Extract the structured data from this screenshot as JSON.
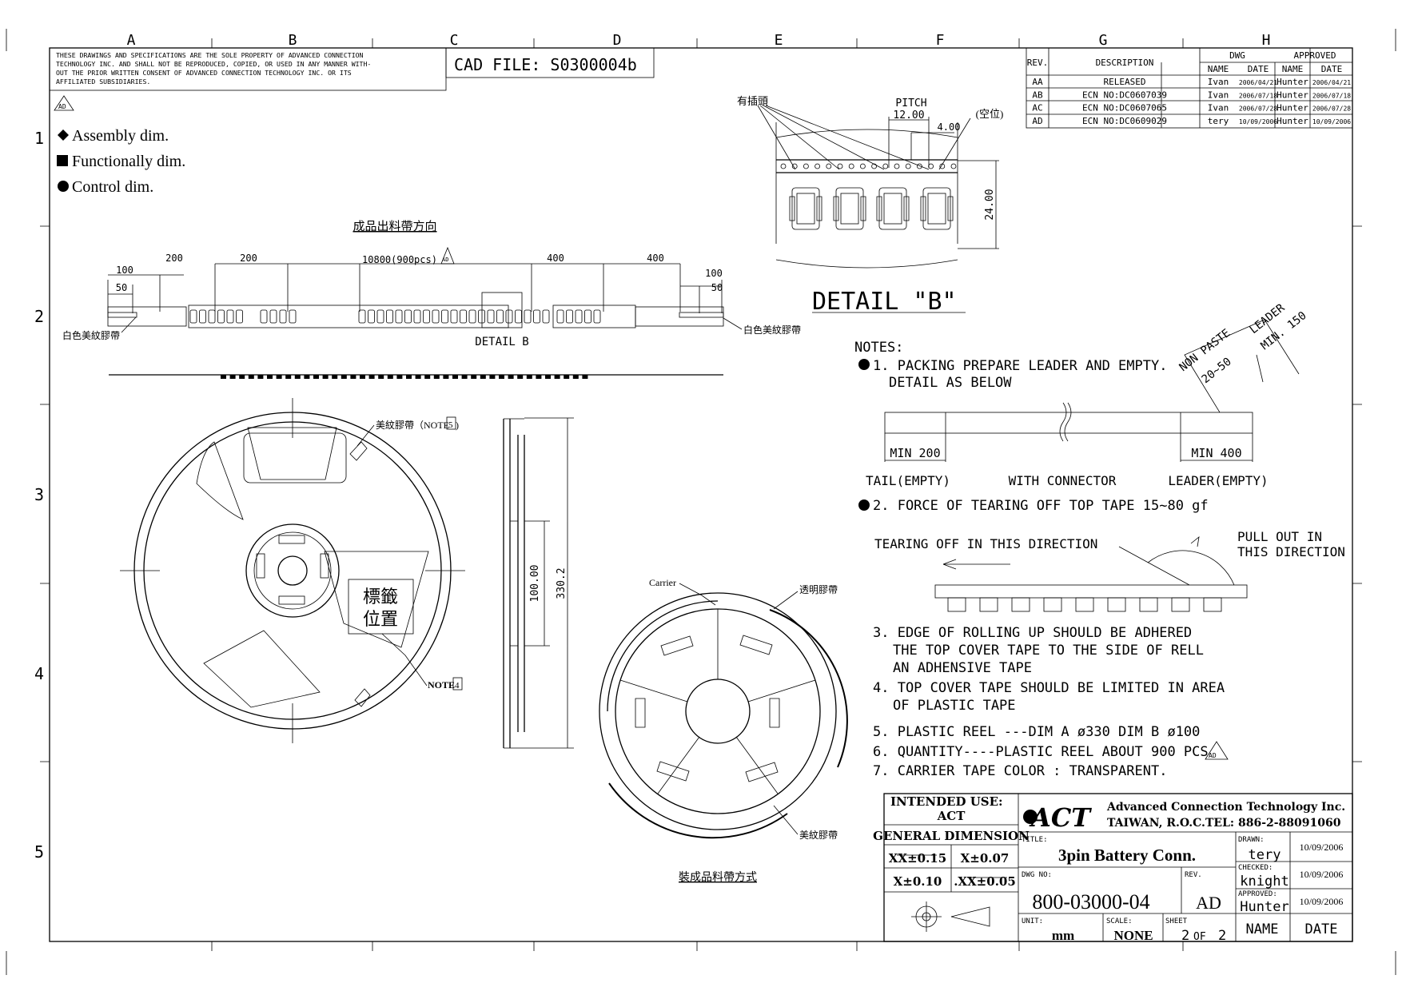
{
  "grid": {
    "columns": [
      "A",
      "B",
      "C",
      "D",
      "E",
      "F",
      "G",
      "H"
    ],
    "rows": [
      "1",
      "2",
      "3",
      "4",
      "5"
    ]
  },
  "disclaimer": [
    "THESE DRAWINGS AND SPECIFICATIONS ARE THE SOLE PROPERTY OF ADVANCED CONNECTION",
    "TECHNOLOGY INC. AND SHALL NOT BE REPRODUCED, COPIED, OR USED IN ANY MANNER WITH-",
    "OUT THE PRIOR WRITTEN CONSENT OF ADVANCED CONNECTION TECHNOLOGY INC. OR ITS",
    "AFFILIATED SUBSIDIARIES."
  ],
  "cad_file": "CAD FILE: S0300004b",
  "rev_marker": "AD",
  "legend": [
    "Assembly dim.",
    "Functionally dim.",
    "Control dim."
  ],
  "revision_table": {
    "headers": {
      "rev": "REV.",
      "desc": "DESCRIPTION",
      "dwg": "DWG",
      "approved": "APPROVED",
      "name": "NAME",
      "date": "DATE"
    },
    "rows": [
      {
        "rev": "AA",
        "desc": "RELEASED",
        "dwg_name": "Ivan",
        "dwg_date": "2006/04/21",
        "app_name": "Hunter",
        "app_date": "2006/04/21"
      },
      {
        "rev": "AB",
        "desc": "ECN NO:DC0607039",
        "dwg_name": "Ivan",
        "dwg_date": "2006/07/18",
        "app_name": "Hunter",
        "app_date": "2006/07/18"
      },
      {
        "rev": "AC",
        "desc": "ECN NO:DC0607065",
        "dwg_name": "Ivan",
        "dwg_date": "2006/07/28",
        "app_name": "Hunter",
        "app_date": "2006/07/28"
      },
      {
        "rev": "AD",
        "desc": "ECN NO:DC0609029",
        "dwg_name": "tery",
        "dwg_date": "10/09/2006",
        "app_name": "Hunter",
        "app_date": "10/09/2006"
      }
    ]
  },
  "tape_view": {
    "direction_label": "成品出料帶方向",
    "dims": {
      "d100a": "100",
      "d50a": "50",
      "d200a": "200",
      "d200b": "200",
      "total": "10800(900pcs)",
      "d400a": "400",
      "d400b": "400",
      "d100b": "100",
      "d50b": "50"
    },
    "left_label": "白色美紋膠帶",
    "right_label": "白色美紋膠帶",
    "detail_label": "DETAIL B"
  },
  "detail_b": {
    "insert_label": "有插頭",
    "pitch": "PITCH",
    "pitch_value": "12.00",
    "value_4": "4.00",
    "empty_label": "(空位)",
    "height": "24.00",
    "title": "DETAIL \"B\""
  },
  "reel_front": {
    "tape_label": "美紋膠帶（NOTE",
    "tape_note": "5",
    "close_paren": ")",
    "label_box": [
      "標籤",
      "位置"
    ],
    "note_label": "NOTE",
    "note_num": "4"
  },
  "reel_side": {
    "d100": "100.00",
    "d330": "330.2"
  },
  "reel_wound": {
    "carrier": "Carrier",
    "clear_tape": "透明膠帶",
    "masking_tape": "美紋膠帶",
    "caption": "裝成品料帶方式"
  },
  "notes": {
    "heading": "NOTES:",
    "n1": [
      "1. PACKING PREPARE LEADER AND EMPTY.",
      "DETAIL AS BELOW"
    ],
    "leader": {
      "non_paste": "NON PASTE",
      "r2050": "20~50",
      "leader": "LEADER",
      "min150": "MIN. 150",
      "min200": "MIN 200",
      "min400": "MIN 400",
      "tail": "TAIL(EMPTY)",
      "with": "WITH CONNECTOR",
      "lead": "LEADER(EMPTY)"
    },
    "n2": "2. FORCE OF TEARING OFF TOP TAPE 15~80 gf",
    "tear_dir": "TEARING OFF IN THIS DIRECTION",
    "pull_dir": [
      "PULL OUT IN",
      "THIS DIRECTION"
    ],
    "n3": [
      "3. EDGE OF ROLLING UP SHOULD BE ADHERED",
      "THE TOP COVER TAPE TO THE SIDE OF RELL",
      "AN ADHENSIVE TAPE"
    ],
    "n4": [
      "4. TOP COVER TAPE SHOULD BE LIMITED IN AREA",
      "OF PLASTIC TAPE"
    ],
    "n5": "5. PLASTIC REEL ---DIM A ø330  DIM B ø100",
    "n6": "6. QUANTITY----PLASTIC REEL ABOUT 900 PCS",
    "n7": "7. CARRIER TAPE COLOR : TRANSPARENT."
  },
  "title_block": {
    "intended_use": "INTENDED USE:",
    "act": "ACT",
    "company": "Advanced Connection Technology Inc.",
    "location": "TAIWAN, R.O.C.",
    "tel": "TEL: 886-2-88091060",
    "logo": "ACT",
    "general_dimension": "GENERAL DIMENSION",
    "tol": [
      "XX±0.15",
      "X±0.07",
      "X±0.10",
      ".XX±0.05"
    ],
    "title_lbl": "TITLE:",
    "title": "3pin Battery Conn.",
    "dwg_no_lbl": "DWG NO:",
    "dwg_no": "800-03000-04",
    "rev_lbl": "REV.",
    "rev": "AD",
    "unit_lbl": "UNIT:",
    "unit": "mm",
    "scale_lbl": "SCALE:",
    "scale": "NONE",
    "sheet_lbl": "SHEET",
    "sheet": "2",
    "of": "OF",
    "total": "2",
    "drawn_lbl": "DRAWN:",
    "drawn": "tery",
    "drawn_date": "10/09/2006",
    "checked_lbl": "CHECKED:",
    "checked": "knight",
    "checked_date": "10/09/2006",
    "approved_lbl": "APPROVED:",
    "approved": "Hunter",
    "approved_date": "10/09/2006",
    "name_hdr": "NAME",
    "date_hdr": "DATE"
  }
}
